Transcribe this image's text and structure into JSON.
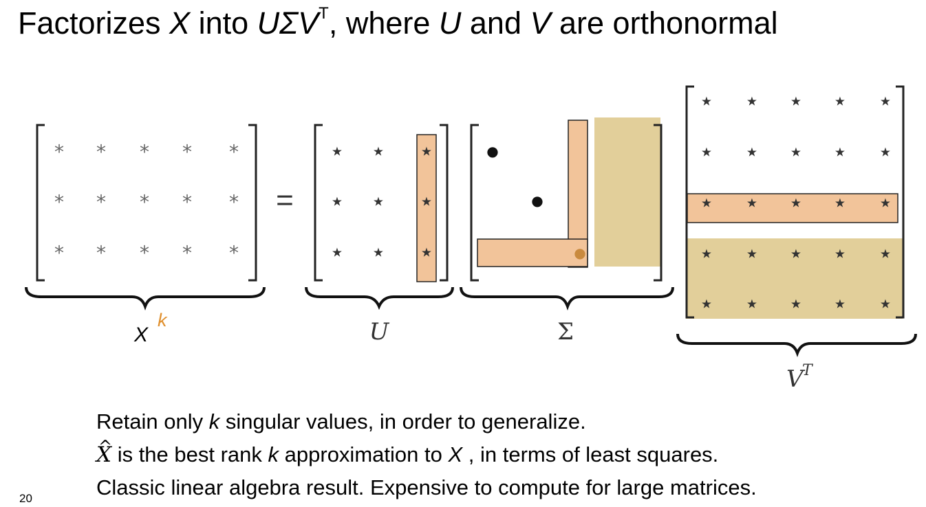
{
  "title": {
    "prefix": "Factorizes ",
    "var_x": "X",
    "mid": " into ",
    "var_usv": "UΣV",
    "sup": "T",
    "mid2": ", where ",
    "var_u": "U",
    "and": " and ",
    "var_v": "V",
    "suffix": " are orthonormal"
  },
  "diagram": {
    "cell_symbol": "*",
    "star_symbol": "★",
    "diag_symbol": "●",
    "equals": "=",
    "labels": {
      "x": "X",
      "k": "k",
      "u": "U",
      "sigma": "Σ",
      "v": "V",
      "t": "T"
    },
    "colors": {
      "highlight": "#f2c49a",
      "shade": "#e2cf9a",
      "k_label": "#e0902e",
      "ink": "#222222",
      "star": "#333333"
    }
  },
  "notes": {
    "l1a": "Retain only ",
    "l1k": "k",
    "l1b": " singular values, in order to generalize.",
    "l2hat": "^",
    "l2x": "X",
    "l2a": " is the best rank ",
    "l2k": "k",
    "l2b": " approximation to ",
    "l2x2": "X",
    "l2c": " , in terms of least squares.",
    "l3": "Classic linear algebra result. Expensive to compute for large matrices."
  },
  "page_number": "20"
}
